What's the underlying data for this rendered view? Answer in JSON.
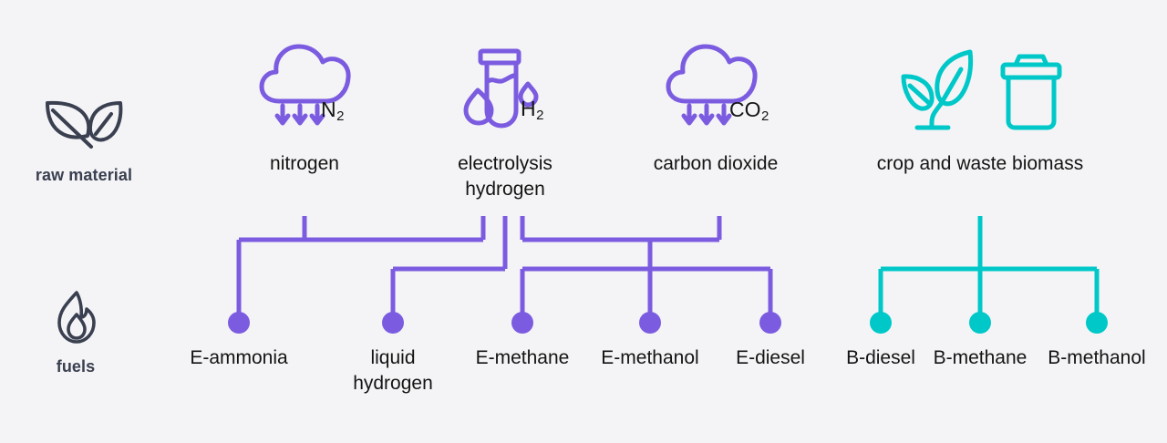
{
  "diagram": {
    "title": "Raw materials to fuels pathway diagram",
    "background_color": "#f4f4f6",
    "colors": {
      "electro_purple": "#7b5ce0",
      "bio_teal": "#00c8c8",
      "category_gray": "#3a4050",
      "text_dark": "#141414"
    }
  },
  "rows": [
    {
      "id": "raw-material",
      "label": "raw material",
      "icon": "leaf-icon"
    },
    {
      "id": "fuels",
      "label": "fuels",
      "icon": "flame-icon"
    }
  ],
  "raw_materials": [
    {
      "id": "nitrogen",
      "label": "nitrogen",
      "formula": "N",
      "formula_sub": "2",
      "icon": "cloud-down-arrows-icon",
      "color": "#7b5ce0"
    },
    {
      "id": "electrolysis-hydrogen",
      "label_line1": "electrolysis",
      "label_line2": "hydrogen",
      "formula": "H",
      "formula_sub": "2",
      "icon": "test-tube-droplet-icon",
      "color": "#7b5ce0"
    },
    {
      "id": "carbon-dioxide",
      "label": "carbon dioxide",
      "formula": "CO",
      "formula_sub": "2",
      "icon": "cloud-down-arrows-icon",
      "color": "#7b5ce0"
    },
    {
      "id": "crop-and-waste-biomass",
      "label": "crop and waste biomass",
      "icon": "sprout-icon",
      "icon2": "trash-bin-icon",
      "color": "#00c8c8"
    }
  ],
  "fuels": [
    {
      "id": "e-ammonia",
      "label": "E-ammonia",
      "color": "#7b5ce0"
    },
    {
      "id": "liquid-hydrogen",
      "label_line1": "liquid",
      "label_line2": "hydrogen",
      "color": "#7b5ce0"
    },
    {
      "id": "e-methane",
      "label": "E-methane",
      "color": "#7b5ce0"
    },
    {
      "id": "e-methanol",
      "label": "E-methanol",
      "color": "#7b5ce0"
    },
    {
      "id": "e-diesel",
      "label": "E-diesel",
      "color": "#7b5ce0"
    },
    {
      "id": "b-diesel",
      "label": "B-diesel",
      "color": "#00c8c8"
    },
    {
      "id": "b-methane",
      "label": "B-methane",
      "color": "#00c8c8"
    },
    {
      "id": "b-methanol",
      "label": "B-methanol",
      "color": "#00c8c8"
    }
  ]
}
